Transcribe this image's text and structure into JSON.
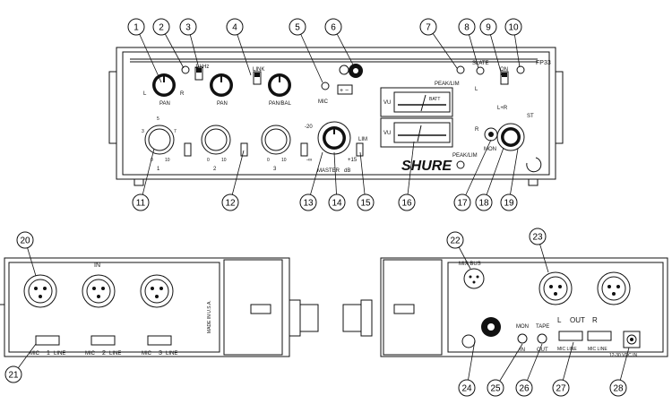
{
  "front": {
    "model": "FP33",
    "peak_lim_top": "PEAK/LIM",
    "peak_lim_bottom": "PEAK/LIM",
    "freq_label": "1 kHz",
    "link_label": "LINK",
    "pan_label": "PAN",
    "pan_l": "L",
    "pan_r": "R",
    "pan_bal_label": "PAN/BAL",
    "mic_label": "MIC",
    "slate_label": "SLATE",
    "on_label": "ON",
    "batt_label": "BATT",
    "vu_label": "VU",
    "meter_l": "L",
    "meter_r": "R",
    "ch1": "1",
    "ch2": "2",
    "ch3": "3",
    "tick_0": "0",
    "tick_10": "10",
    "tick_3": "3",
    "tick_5": "5",
    "tick_7": "7",
    "master_label": "MASTER",
    "master_db": "dB",
    "master_minus20": "-20",
    "master_plus15": "+15",
    "master_inf": "-∞",
    "lim_label": "LIM",
    "mon_label": "MON",
    "lr_label": "L+R",
    "st_label": "ST",
    "brand": "SHURE"
  },
  "left_side": {
    "in_label": "IN",
    "made_in": "MADE IN U.S.A.",
    "switch_labels": [
      {
        "mic": "MIC",
        "num": "1",
        "line": "LINE"
      },
      {
        "mic": "MIC",
        "num": "2",
        "line": "LINE"
      },
      {
        "mic": "MIC",
        "num": "3",
        "line": "LINE"
      }
    ]
  },
  "right_side": {
    "mix_bus": "MIX BUS",
    "mon_label": "MON",
    "mon_in": "IN",
    "tape_label": "TAPE",
    "tape_out": "OUT",
    "out_label": "OUT",
    "out_l": "L",
    "out_r": "R",
    "mic_line_l": "MIC LINE",
    "mic_line_r": "MIC LINE",
    "dc_in": "12-30 VDC IN"
  },
  "callouts": [
    "1",
    "2",
    "3",
    "4",
    "5",
    "6",
    "7",
    "8",
    "9",
    "10",
    "11",
    "12",
    "13",
    "14",
    "15",
    "16",
    "17",
    "18",
    "19",
    "20",
    "21",
    "22",
    "23",
    "24",
    "25",
    "26",
    "27",
    "28"
  ]
}
